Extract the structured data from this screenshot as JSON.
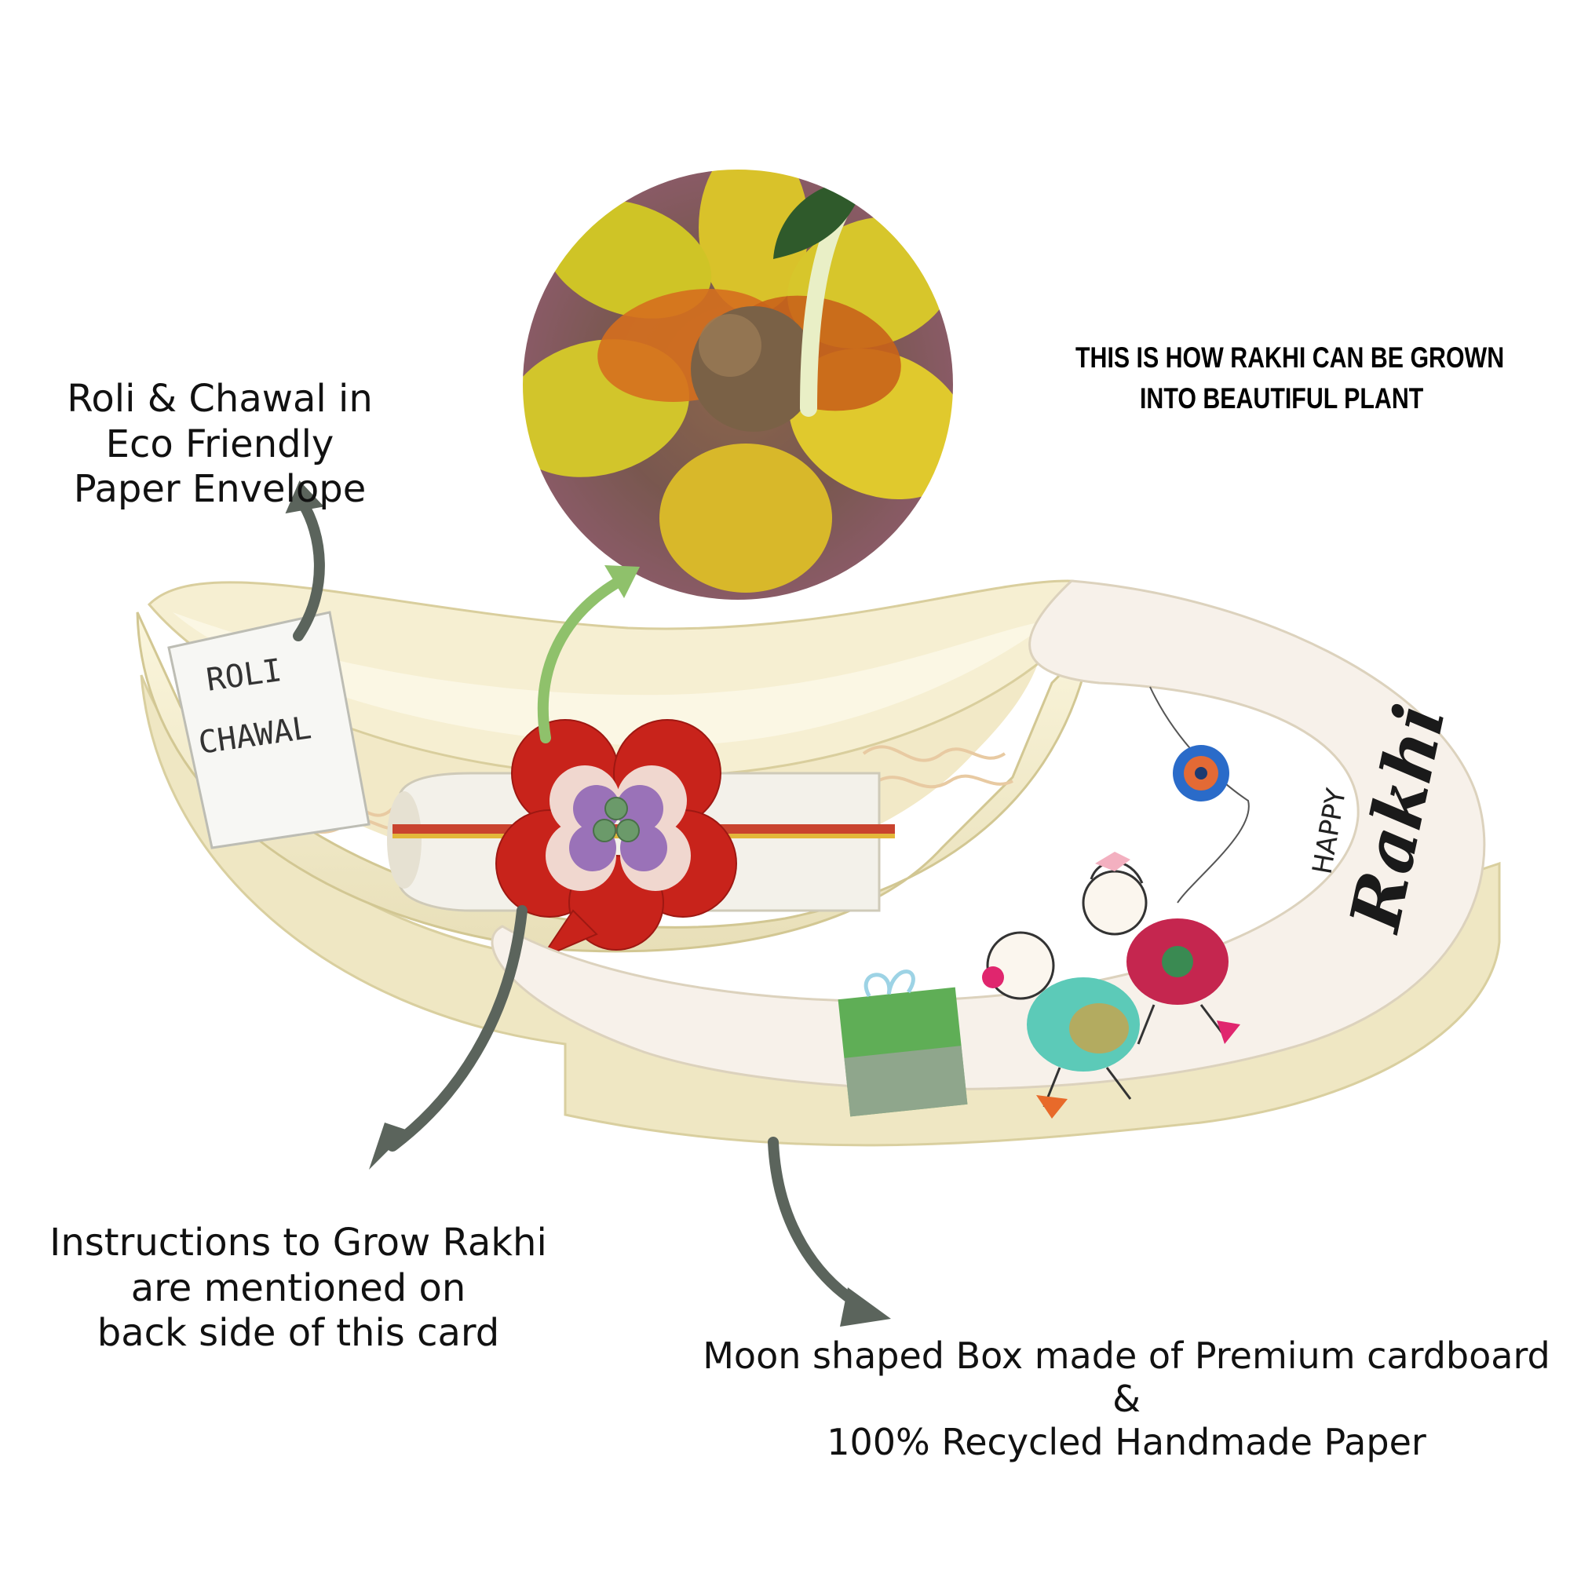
{
  "callouts": {
    "roli_chawal": [
      "Roli & Chawal in",
      "Eco Friendly",
      "Paper Envelope"
    ],
    "plant_caption": [
      "THIS IS HOW RAKHI CAN BE GROWN",
      "INTO BEAUTIFUL PLANT"
    ],
    "instructions": [
      "Instructions to Grow Rakhi",
      "are mentioned on",
      "back side of this card"
    ],
    "box_material": [
      "Moon shaped Box made of Premium cardboard",
      "&",
      "100% Recycled Handmade Paper"
    ]
  },
  "box": {
    "envelope_lines": [
      "ROLI",
      "CHAWAL"
    ],
    "greeting_small": "HAPPY",
    "greeting_big": "Rakhi"
  },
  "icons": {
    "caption_icon": "seedling-icon"
  },
  "colors": {
    "arrow_dark": "#5b645c",
    "arrow_green": "#8fc16b",
    "box_cream": "#f3eccf",
    "rakhi_red": "#c8231b",
    "rakhi_purple": "#9a72b8"
  }
}
